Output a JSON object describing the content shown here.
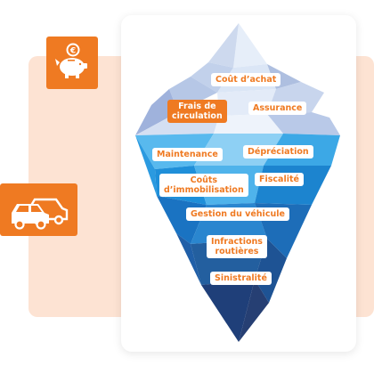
{
  "labels": {
    "cout_achat": "Coût d’achat",
    "frais_circulation": "Frais de\ncirculation",
    "assurance": "Assurance",
    "maintenance": "Maintenance",
    "depreciation": "Dépréciation",
    "couts_immobilisation": "Coûts\nd’immobilisation",
    "fiscalite": "Fiscalité",
    "gestion_vehicule": "Gestion du véhicule",
    "infractions": "Infractions\nroutières",
    "sinistralite": "Sinistralité"
  },
  "icons": [
    "piggy-bank-euro-icon",
    "cars-icon"
  ],
  "colors": {
    "accent_orange": "#ef7a22",
    "band_peach": "#fde3d3",
    "ice_light": "#dbe6f6",
    "water_blue": "#1f8fd9",
    "deep_navy": "#1f3f79"
  }
}
